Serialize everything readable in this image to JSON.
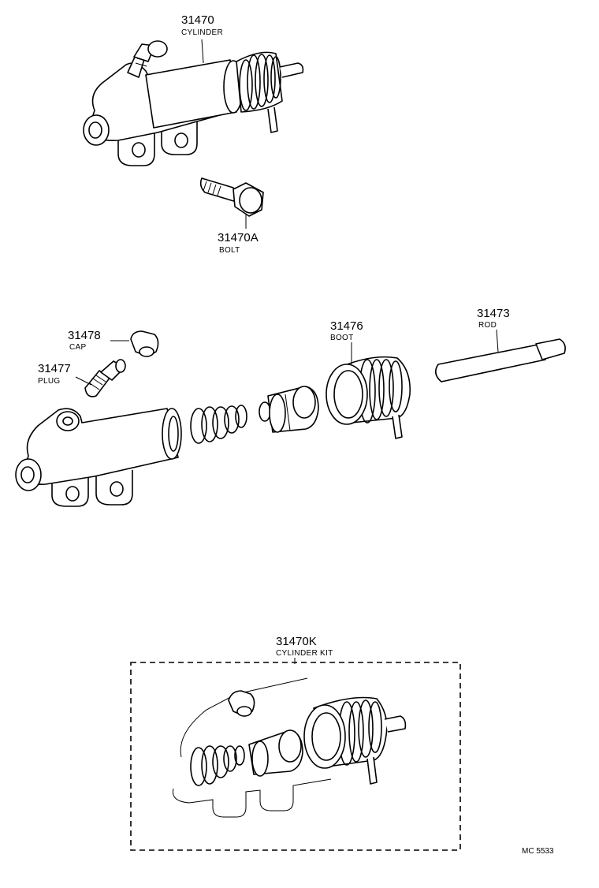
{
  "parts": {
    "cylinder": {
      "number": "31470",
      "name": "CYLINDER"
    },
    "bolt": {
      "number": "31470A",
      "name": "BOLT"
    },
    "cap": {
      "number": "31478",
      "name": "CAP"
    },
    "plug": {
      "number": "31477",
      "name": "PLUG"
    },
    "boot": {
      "number": "31476",
      "name": "BOOT"
    },
    "rod": {
      "number": "31473",
      "name": "ROD"
    },
    "kit": {
      "number": "31470K",
      "name": "CYLINDER KIT"
    }
  },
  "diagram_code": "MC 5533"
}
